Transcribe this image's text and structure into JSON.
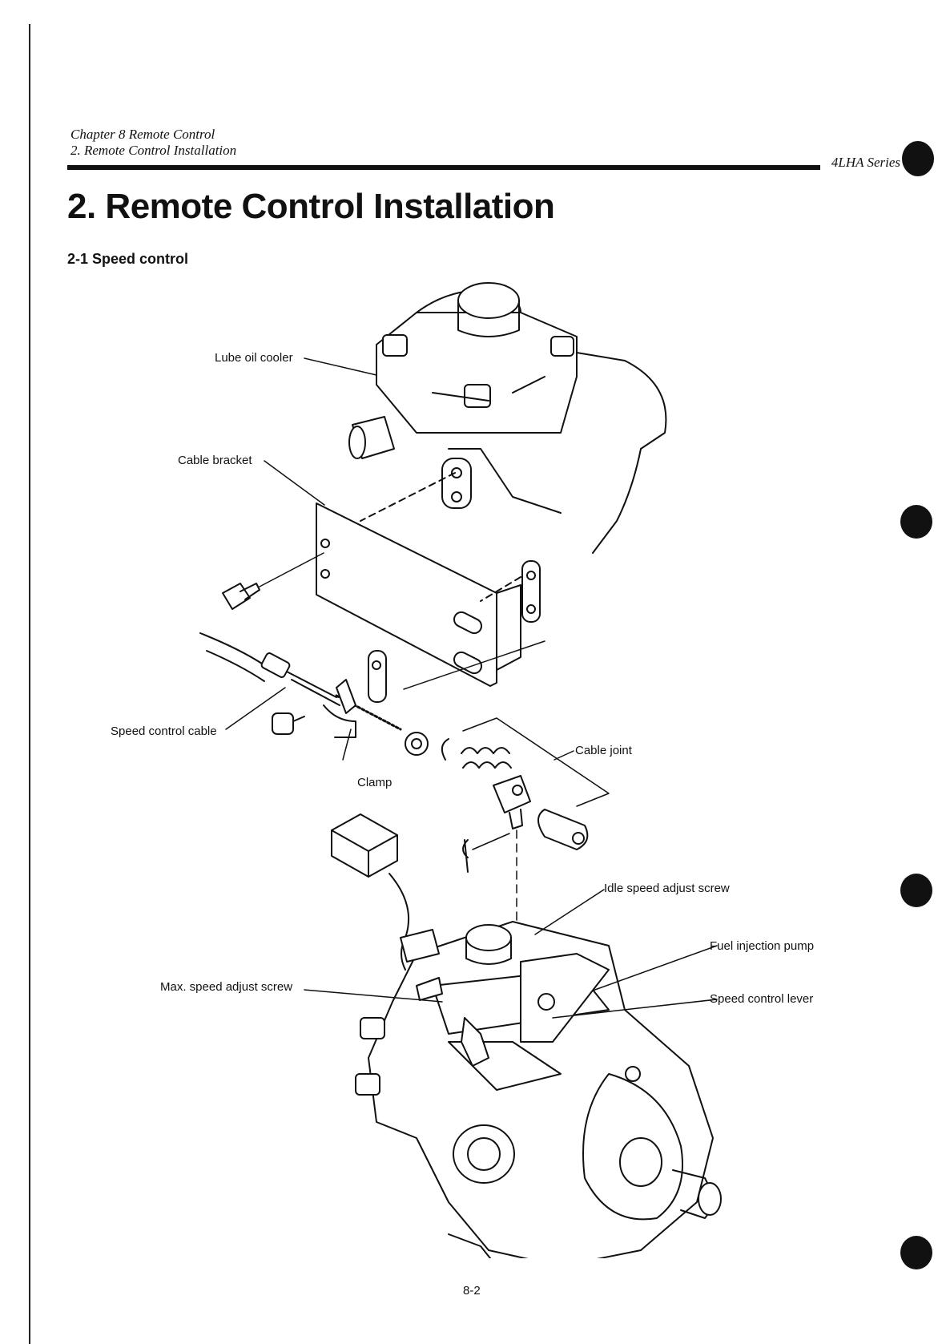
{
  "header": {
    "chapter": "Chapter 8 Remote Control",
    "section": "2. Remote Control Installation",
    "series": "4LHA Series"
  },
  "title": "2. Remote Control Installation",
  "section_title": "2-1 Speed control",
  "figure": {
    "callouts": {
      "lube_oil_cooler": "Lube oil cooler",
      "cable_bracket": "Cable bracket",
      "speed_control_cable": "Speed control cable",
      "clamp": "Clamp",
      "cable_joint": "Cable joint",
      "idle_speed_adjust_screw": "Idle speed adjust screw",
      "fuel_injection_pump": "Fuel injection pump",
      "max_speed_adjust_screw": "Max. speed adjust screw",
      "speed_control_lever": "Speed control lever"
    }
  },
  "footer": {
    "page_number": "8-2"
  }
}
